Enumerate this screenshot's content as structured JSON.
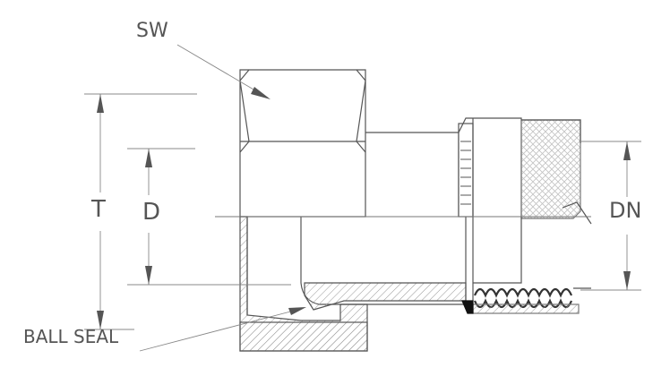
{
  "labels": {
    "sw": "SW",
    "t": "T",
    "d": "D",
    "dn": "DN",
    "ball_seal": "BALL SEAL"
  },
  "colors": {
    "line": "#555555",
    "dim_line": "#888888",
    "hatch": "#999999",
    "braid": "#bbbbbb",
    "seal": "#111111",
    "background": "#ffffff"
  }
}
